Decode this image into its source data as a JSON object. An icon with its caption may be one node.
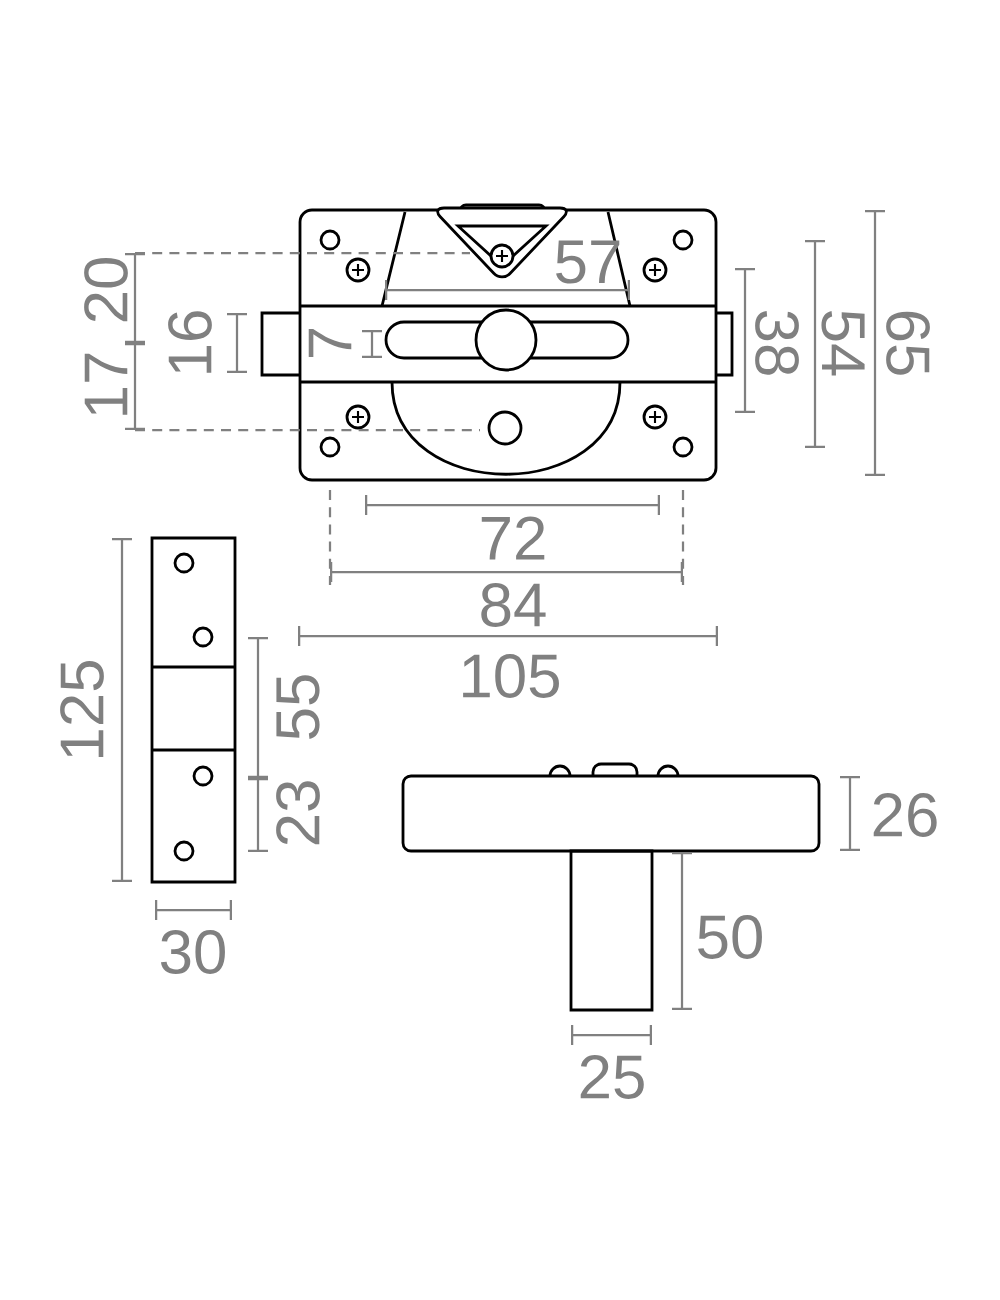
{
  "diagram": {
    "labels": [
      "65",
      "54",
      "38",
      "57",
      "20",
      "17",
      "16",
      "7",
      "72",
      "84",
      "105",
      "125",
      "55",
      "23",
      "26",
      "30",
      "50",
      "25"
    ]
  }
}
